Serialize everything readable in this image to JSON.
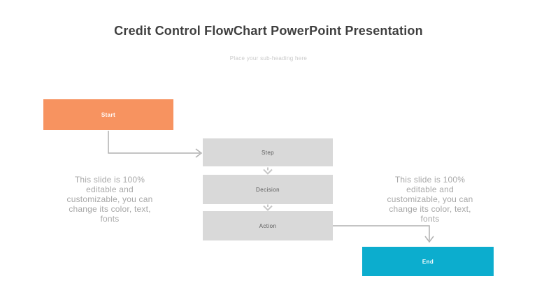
{
  "slide": {
    "title": "Credit Control FlowChart PowerPoint Presentation",
    "subheading": "Place your sub-heading here"
  },
  "flowchart": {
    "nodes": [
      {
        "id": "start",
        "label": "Start",
        "color": "#F79360",
        "shape": "rectangle"
      },
      {
        "id": "step",
        "label": "Step",
        "color": "#D9D9D9",
        "shape": "rectangle"
      },
      {
        "id": "decision",
        "label": "Decision",
        "color": "#D9D9D9",
        "shape": "rectangle"
      },
      {
        "id": "action",
        "label": "Action",
        "color": "#D9D9D9",
        "shape": "rectangle"
      },
      {
        "id": "end",
        "label": "End",
        "color": "#0CADCE",
        "shape": "rectangle"
      }
    ],
    "connections": [
      {
        "from": "start",
        "to": "step",
        "style": "elbow-arrow"
      },
      {
        "from": "step",
        "to": "decision",
        "style": "down-arrow"
      },
      {
        "from": "decision",
        "to": "action",
        "style": "down-arrow"
      },
      {
        "from": "action",
        "to": "end",
        "style": "elbow-arrow"
      }
    ]
  },
  "notes": {
    "left": [
      "This slide is 100%",
      "editable and",
      "customizable, you can",
      "change its color, text,",
      "fonts"
    ],
    "right": [
      "This slide is 100%",
      "editable and",
      "customizable, you can",
      "change its color, text,",
      "fonts"
    ]
  },
  "colors": {
    "start_fill": "#F79360",
    "process_fill": "#D9D9D9",
    "end_fill": "#0CADCE",
    "connector_line": "#B1B1B1",
    "arrow_chevron": "#C6C6C6",
    "title_text": "#3F3F3F",
    "note_text": "#A8A8A8",
    "subheading_text": "#C9C9C9",
    "node_label_dark": "#595959",
    "node_label_light": "#FFFFFF"
  }
}
